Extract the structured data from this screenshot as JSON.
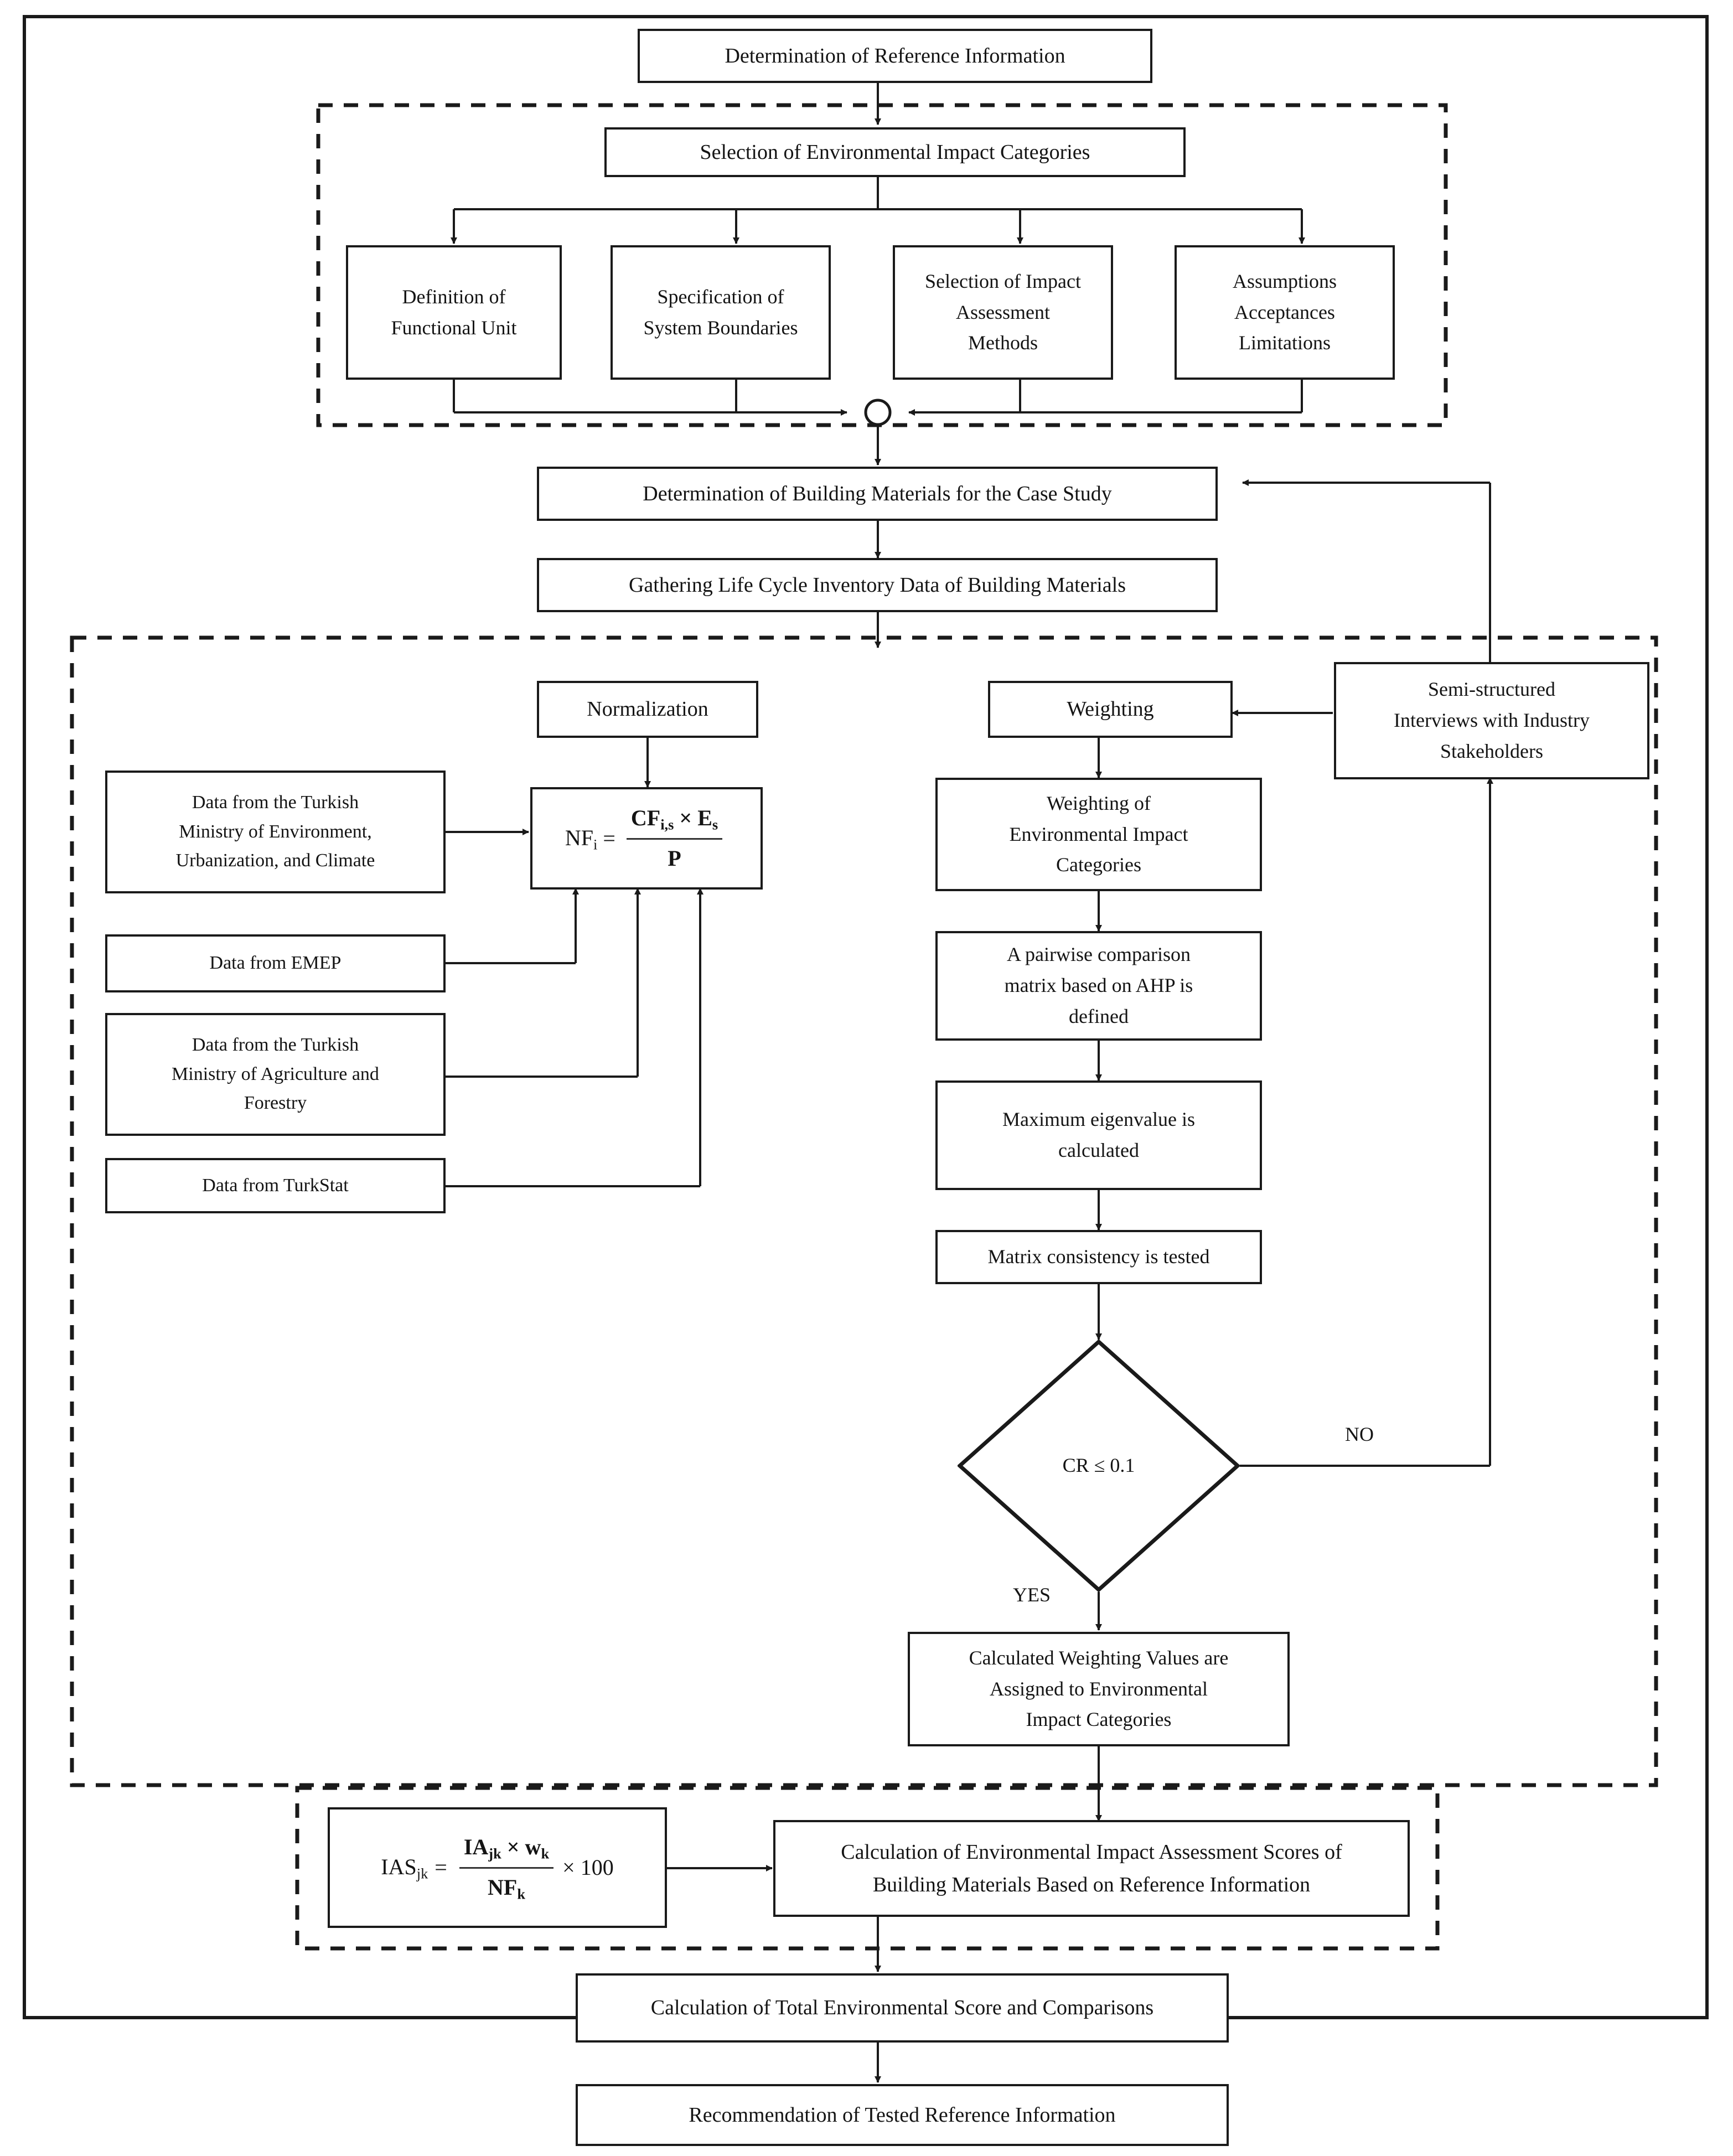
{
  "diagram": {
    "title": "Environmental Impact Assessment Methodology Flowchart",
    "colors": {
      "line": "#1a1a1a",
      "box_border": "#1a1a1a",
      "background": "#ffffff",
      "text": "#141414"
    },
    "nodes": {
      "determination_reference": "Determination of Reference Information",
      "selection_categories": "Selection of Environmental Impact Categories",
      "functional_unit": "Definition of\nFunctional Unit",
      "system_boundaries": "Specification of\nSystem Boundaries",
      "impact_methods": "Selection of Impact\nAssessment\nMethods",
      "assumptions": "Assumptions\nAcceptances\nLimitations",
      "building_materials": "Determination of Building Materials for the Case Study",
      "lci_data": "Gathering Life Cycle Inventory Data of Building Materials",
      "normalization": "Normalization",
      "weighting": "Weighting",
      "semi_structured": "Semi-structured\nInterviews with Industry\nStakeholders",
      "data_env_ministry": "Data from the Turkish\nMinistry of Environment,\nUrbanization, and Climate",
      "data_emep": "Data from EMEP",
      "data_agri_ministry": "Data from the Turkish\nMinistry of Agriculture and\nForestry",
      "data_turkstat": "Data from TurkStat",
      "weighting_categories": "Weighting of\nEnvironmental Impact\nCategories",
      "pairwise_matrix": "A pairwise comparison\nmatrix based on AHP is\ndefined",
      "max_eigenvalue": "Maximum eigenvalue is\ncalculated",
      "matrix_consistency": "Matrix consistency is tested",
      "decision_cr": "CR ≤ 0.1",
      "assigned_weights": "Calculated Weighting Values are\nAssigned to Environmental\nImpact Categories",
      "impact_scores": "Calculation of Environmental Impact Assessment Scores of\nBuilding Materials Based on Reference Information",
      "total_score": "Calculation of Total Environmental Score and Comparisons",
      "recommendation": "Recommendation of Tested Reference Information"
    },
    "formulas": {
      "normalization": {
        "lhs": "NF",
        "lhs_sub": "i",
        "eq": "=",
        "numerator": "CF",
        "numerator_sub": "i,s",
        "numerator_times": "× E",
        "numerator_times_sub": "s",
        "denominator": "P"
      },
      "ias": {
        "lhs": "IAS",
        "lhs_sub": "jk",
        "eq": "=",
        "numerator": "IA",
        "numerator_sub": "jk",
        "numerator_times": "× w",
        "numerator_times_sub": "k",
        "denominator": "NF",
        "denominator_sub": "k",
        "tail": "× 100"
      }
    },
    "edge_labels": {
      "no": "NO",
      "yes": "YES"
    }
  }
}
